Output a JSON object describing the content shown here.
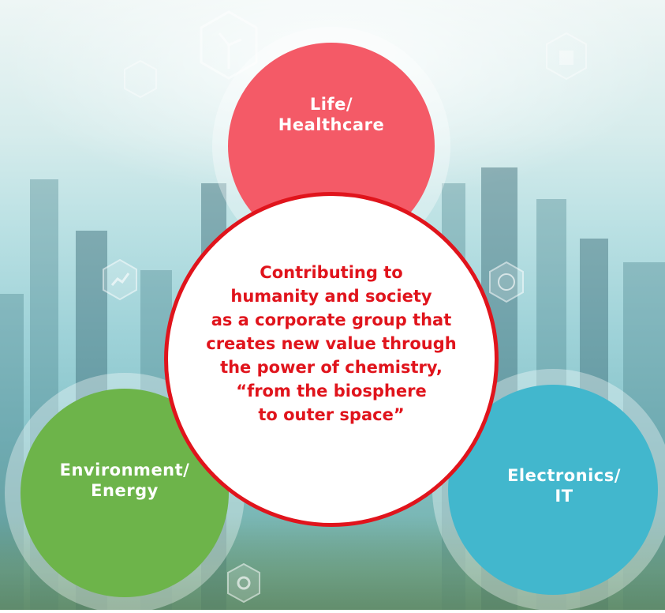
{
  "diagram": {
    "center": {
      "text": "Contributing to\nhumanity and society\nas a corporate group that\ncreates new value through\nthe power of chemistry,\n“from the biosphere\nto outer space”",
      "text_color": "#e0141c",
      "border_color": "#e0141c"
    },
    "fields": [
      {
        "label": "Life/\nHealthcare",
        "color": "#f45a67"
      },
      {
        "label": "Environment/\nEnergy",
        "color": "#6db44a"
      },
      {
        "label": "Electronics/\nIT",
        "color": "#42b7cd"
      }
    ]
  }
}
